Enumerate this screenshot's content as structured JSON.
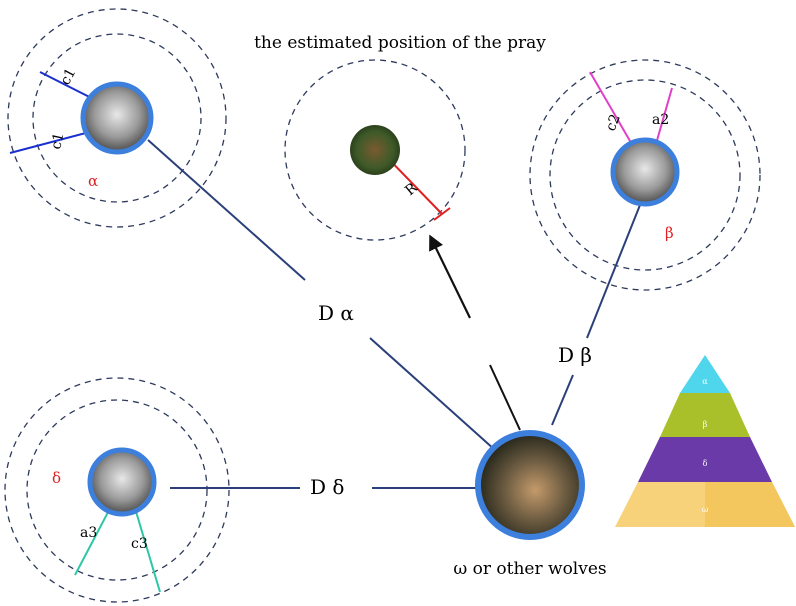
{
  "title": "the estimated position of the pray",
  "omega_caption": "ω or other wolves",
  "distance_labels": {
    "alpha": "D α",
    "beta": "D β",
    "delta": "D δ"
  },
  "wolf_labels": {
    "alpha": "α",
    "beta": "β",
    "delta": "δ"
  },
  "vector_labels": {
    "alpha_c_top": "c1",
    "alpha_c_left": "c1",
    "beta_c": "c2",
    "beta_a": "a2",
    "delta_a": "a3",
    "delta_c": "c3"
  },
  "prey_radius_label": "R",
  "pyramid_levels": [
    "α",
    "β",
    "δ",
    "ω"
  ],
  "colors": {
    "ring": "#2e3a5c",
    "node_border": "#3d7fdc",
    "distance_line": "#2b3f7a",
    "alpha_vector": "#1a2fd0",
    "beta_vector": "#e040c8",
    "delta_vector": "#2ec7a6",
    "radius": "#e02020",
    "pyramid": [
      "#4fd6ec",
      "#a9c02a",
      "#6a3aa8",
      "#f7d27a"
    ]
  }
}
